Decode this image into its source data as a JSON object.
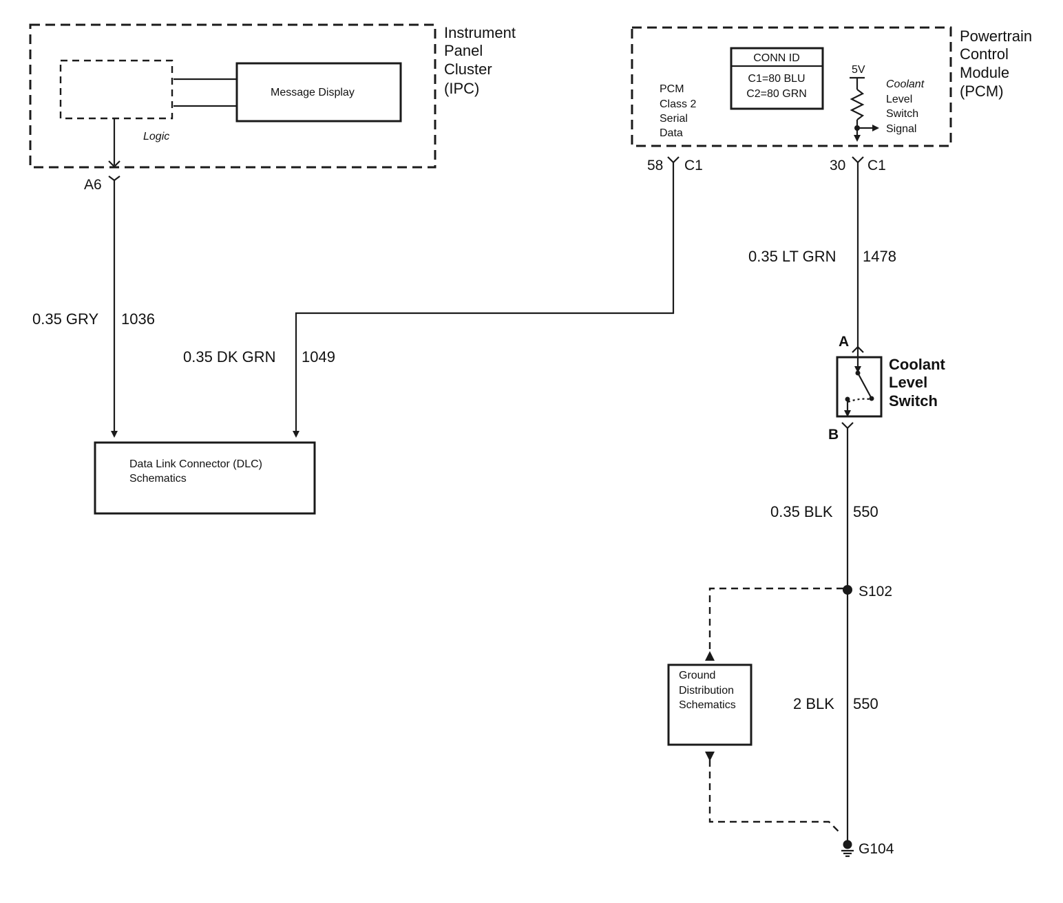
{
  "modules": {
    "ipc": {
      "name_lines": [
        "Instrument",
        "Panel",
        "Cluster",
        "(IPC)"
      ],
      "message_display": "Message Display",
      "logic": "Logic",
      "pin": "A6"
    },
    "pcm": {
      "name_lines": [
        "Powertrain",
        "Control",
        "Module",
        "(PCM)"
      ],
      "conn_id": {
        "title": "CONN ID",
        "lines": [
          "C1=80 BLU",
          "C2=80 GRN"
        ]
      },
      "serial_data_lines": [
        "PCM",
        "Class 2",
        "Serial",
        "Data"
      ],
      "voltage": "5V",
      "signal_lines": [
        "Coolant",
        "Level",
        "Switch",
        "Signal"
      ],
      "pin_serial": {
        "pin": "58",
        "connector": "C1"
      },
      "pin_signal": {
        "pin": "30",
        "connector": "C1"
      }
    }
  },
  "wires": {
    "ipc_to_dlc": {
      "gauge_color": "0.35 GRY",
      "circuit": "1036"
    },
    "pcm_to_dlc": {
      "gauge_color": "0.35 DK GRN",
      "circuit": "1049"
    },
    "pcm_to_switch": {
      "gauge_color": "0.35 LT GRN",
      "circuit": "1478"
    },
    "switch_to_splice": {
      "gauge_color": "0.35 BLK",
      "circuit": "550"
    },
    "splice_to_ground": {
      "gauge_color": "2 BLK",
      "circuit": "550"
    }
  },
  "components": {
    "dlc": {
      "lines": [
        "Data Link Connector (DLC)",
        "Schematics"
      ]
    },
    "coolant_switch": {
      "name_lines": [
        "Coolant",
        "Level",
        "Switch"
      ],
      "pin_a": "A",
      "pin_b": "B"
    },
    "splice": "S102",
    "ground_point": "G104",
    "ground_distribution": {
      "lines": [
        "Ground",
        "Distribution",
        "Schematics"
      ]
    }
  }
}
